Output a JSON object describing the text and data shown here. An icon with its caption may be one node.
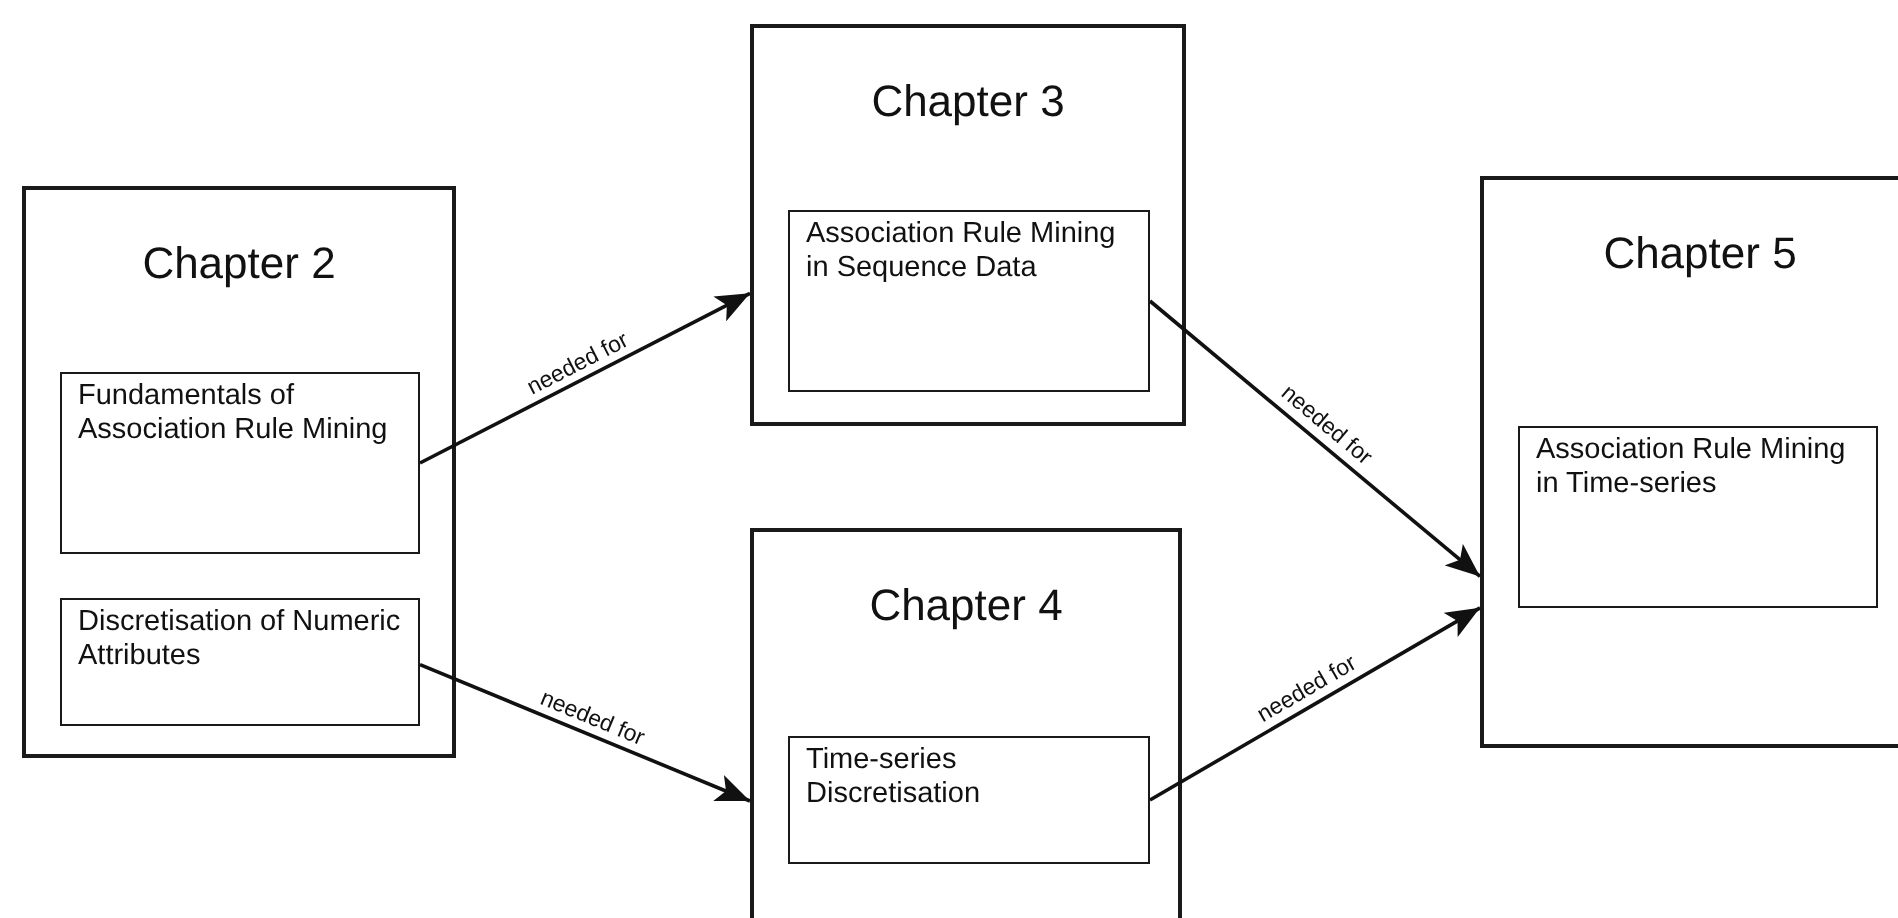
{
  "diagram": {
    "nodes": [
      {
        "text": [
          "Chapter 2"
        ]
      },
      {
        "text": [
          "Fundamentals of Association Rule Mining"
        ],
        "in": 0
      },
      {
        "text": [
          "Discretisation of Numeric Attributes"
        ],
        "in": 0
      },
      {
        "text": [
          "Chapter 3"
        ]
      },
      {
        "text": [
          "Association Rule Mining in Sequence Data"
        ],
        "in": 3
      },
      {
        "text": [
          "Chapter 4"
        ]
      },
      {
        "text": [
          "Time-series Discretisation"
        ],
        "in": 5
      },
      {
        "text": [
          "Chapter 5"
        ]
      },
      {
        "text": [
          "Association Rule Mining in Time-series"
        ],
        "in": 7
      }
    ],
    "edges": [
      {
        "from": 1,
        "to": 3,
        "label": "needed for",
        "arrow": "to"
      },
      {
        "from": 2,
        "to": 5,
        "label": "needed for",
        "arrow": "to"
      },
      {
        "from": 4,
        "to": 7,
        "label": "needed for",
        "arrow": "to"
      },
      {
        "from": 6,
        "to": 7,
        "label": "needed for",
        "arrow": "to"
      }
    ]
  }
}
